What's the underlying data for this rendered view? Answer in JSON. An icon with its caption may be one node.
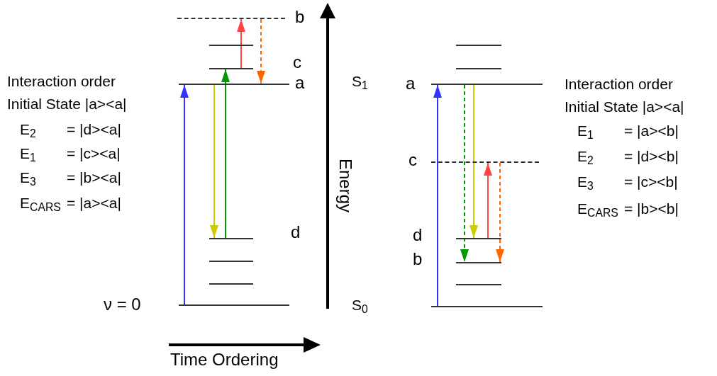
{
  "diagram": {
    "nodes": [
      {
        "text": [],
        "shape": "bar",
        "beside": [
          "b"
        ]
      },
      {
        "text": [],
        "shape": "bar"
      },
      {
        "text": [],
        "shape": "bar"
      },
      {
        "text": [],
        "shape": "bar",
        "beside": [
          "a"
        ]
      },
      {
        "text": [],
        "shape": "bar",
        "beside": [
          "d"
        ]
      },
      {
        "text": [],
        "shape": "bar"
      },
      {
        "text": [],
        "shape": "bar"
      },
      {
        "text": [],
        "shape": "bar",
        "beside": [
          "ν = 0"
        ]
      },
      {
        "text": [],
        "shape": "bar"
      },
      {
        "text": [],
        "shape": "bar"
      },
      {
        "text": [],
        "shape": "bar",
        "beside": [
          "a"
        ]
      },
      {
        "text": [],
        "shape": "bar",
        "beside": [
          "c"
        ]
      },
      {
        "text": [],
        "shape": "bar",
        "beside": [
          "d"
        ]
      },
      {
        "text": [],
        "shape": "bar",
        "beside": [
          "b"
        ]
      },
      {
        "text": [],
        "shape": "bar"
      },
      {
        "text": [],
        "shape": "bar"
      }
    ],
    "edges": [
      {
        "from": 7,
        "to": 3,
        "arrow": "to",
        "color": "#3333ff"
      },
      {
        "from": 3,
        "to": 4,
        "arrow": "to",
        "color": "#cccc00"
      },
      {
        "from": 4,
        "to": 2,
        "arrow": "to",
        "color": "#009900"
      },
      {
        "from": 2,
        "to": 0,
        "arrow": "to",
        "color": "#ff4444"
      },
      {
        "from": 0,
        "to": 3,
        "arrow": "to",
        "color": "#ff6600",
        "style": "dashed"
      },
      {
        "from": 15,
        "to": 10,
        "arrow": "to",
        "color": "#3333ff"
      },
      {
        "from": 10,
        "to": 13,
        "arrow": "to",
        "color": "#009900",
        "style": "dashed"
      },
      {
        "from": 10,
        "to": 12,
        "arrow": "to",
        "color": "#cccc00"
      },
      {
        "from": 12,
        "to": 11,
        "arrow": "to",
        "color": "#ff4444"
      },
      {
        "from": 11,
        "to": 13,
        "arrow": "to",
        "color": "#ff6600",
        "style": "dashed"
      }
    ],
    "labels": [
      "c",
      "Interaction order",
      "Initial State |a><a|",
      "E$_{2}$",
      "= |d><a|",
      "E$_{1}$",
      "= |c><a|",
      "E$_{3}$",
      "= |b><a|",
      "E$_{CARS}$",
      "= |a><a|",
      "S$_{1}$",
      "Energy",
      "S$_{0}$",
      "Interaction order",
      "Initial State |a><a|",
      "E$_{1}$",
      "= |a><b|",
      "E$_{2}$",
      "= |d><b|",
      "E$_{3}$",
      "= |c><b|",
      "E$_{CARS}$",
      "= |b><b|",
      "Time Ordering"
    ]
  }
}
